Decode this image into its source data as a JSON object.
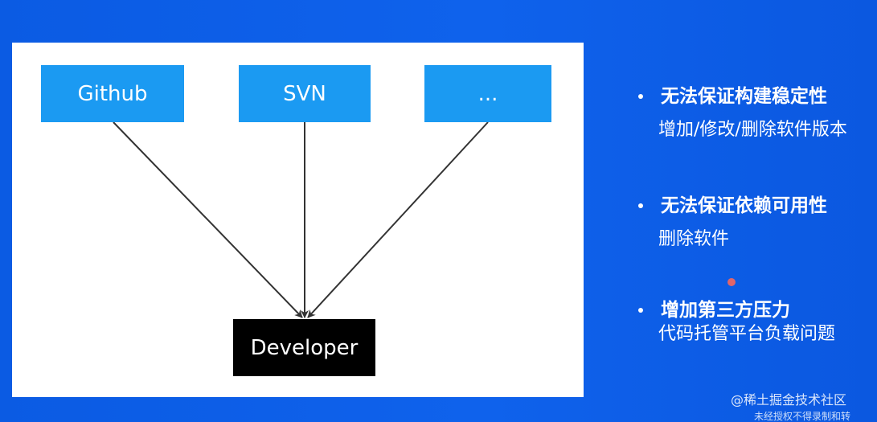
{
  "diagram": {
    "sources": [
      {
        "label": "Github"
      },
      {
        "label": "SVN"
      },
      {
        "label": "..."
      }
    ],
    "target": {
      "label": "Developer"
    },
    "colors": {
      "source_fill": "#1b9af2",
      "target_fill": "#000000",
      "arrow": "#333333",
      "canvas": "#ffffff",
      "background": "#0c5ee6"
    }
  },
  "notes": [
    {
      "title": "无法保证构建稳定性",
      "detail": "增加/修改/删除软件版本"
    },
    {
      "title": "无法保证依赖可用性",
      "detail": "删除软件"
    },
    {
      "title": "增加第三方压力",
      "detail": "代码托管平台负载问题"
    }
  ],
  "watermark": {
    "line1": "@稀土掘金技术社区",
    "line2": "未经授权不得录制和转"
  }
}
